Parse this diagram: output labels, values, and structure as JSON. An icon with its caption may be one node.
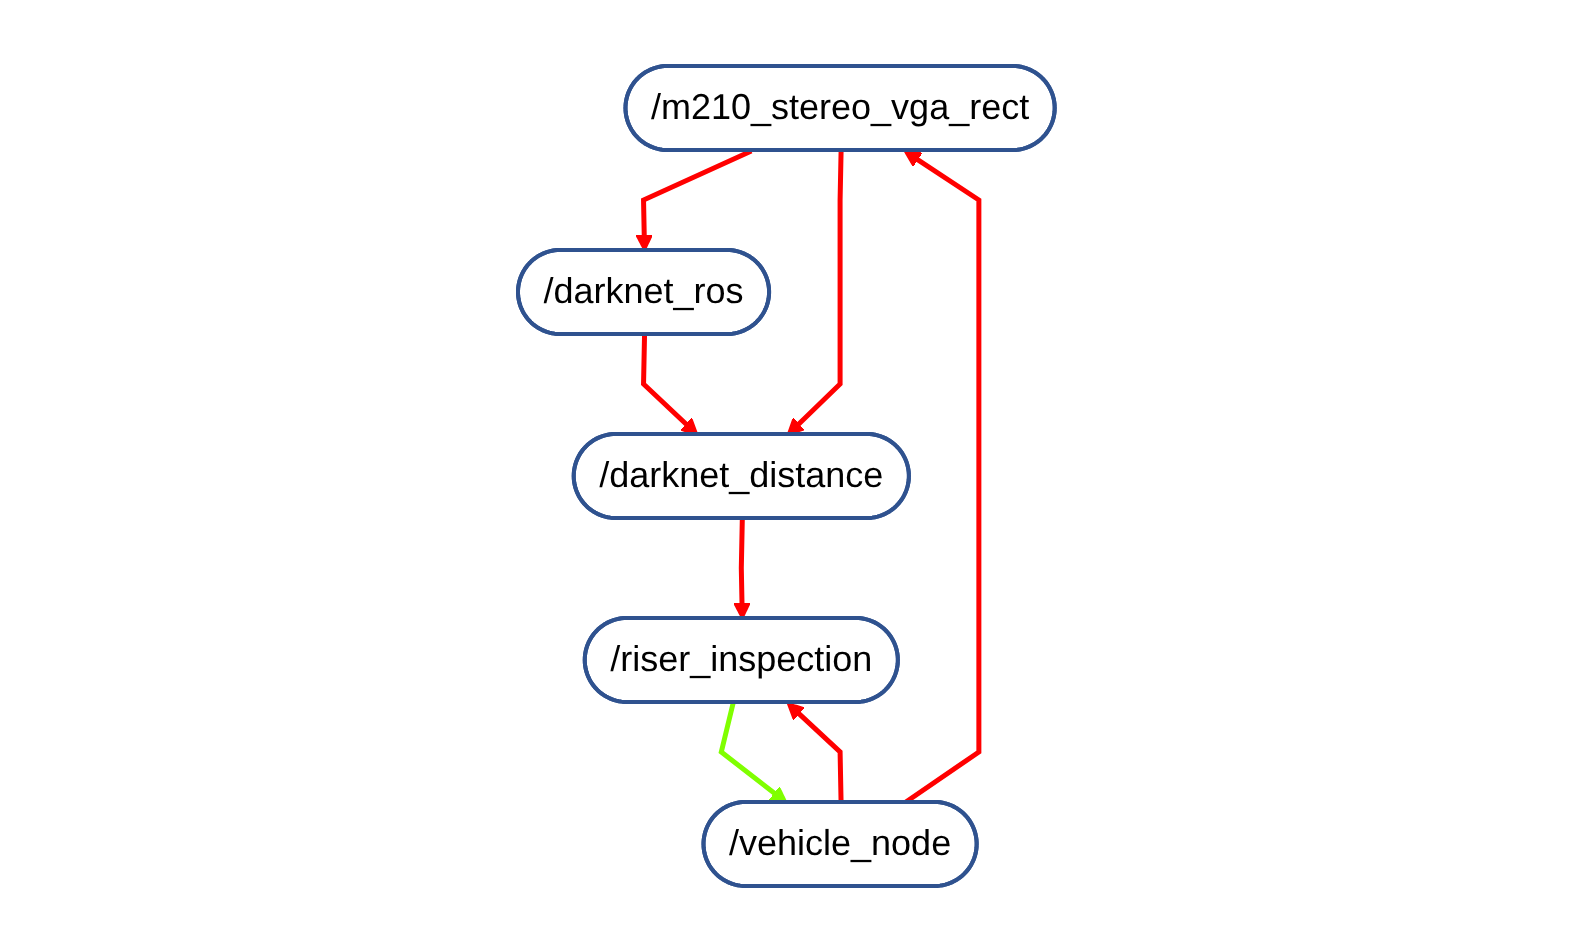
{
  "diagram": {
    "nodes": [
      {
        "text": [
          "/m210_stereo_vga_rect"
        ]
      },
      {
        "text": [
          "/darknet_ros"
        ]
      },
      {
        "text": [
          "/vehicle_node"
        ]
      },
      {
        "text": [
          "/darknet_distance"
        ]
      },
      {
        "text": [
          "/riser_inspection"
        ]
      }
    ],
    "edges": [
      {
        "from": 2,
        "to": 0,
        "arrow": "to"
      },
      {
        "from": 0,
        "to": 1,
        "arrow": "to"
      },
      {
        "from": 0,
        "to": 3,
        "arrow": "to"
      },
      {
        "from": 1,
        "to": 3,
        "arrow": "to"
      },
      {
        "from": 3,
        "to": 4,
        "arrow": "to"
      },
      {
        "from": 2,
        "to": 4,
        "arrow": "to"
      },
      {
        "from": 4,
        "to": 2,
        "arrow": "to",
        "color": "#80ff00"
      }
    ]
  }
}
